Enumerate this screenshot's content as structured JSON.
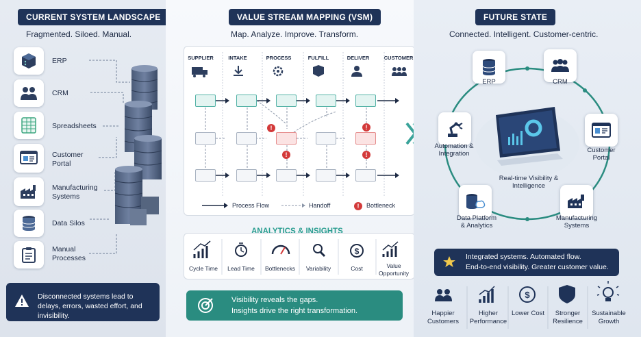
{
  "left": {
    "title": "CURRENT SYSTEM LANDSCAPE",
    "subtitle": "Fragmented. Siloed. Manual.",
    "systems": [
      {
        "label": "ERP",
        "icon": "server-cube-icon"
      },
      {
        "label": "CRM",
        "icon": "users-icon"
      },
      {
        "label": "Spreadsheets",
        "icon": "spreadsheet-icon"
      },
      {
        "label": "Customer Portal",
        "icon": "portal-window-icon"
      },
      {
        "label": "Manufacturing Systems",
        "icon": "factory-icon"
      },
      {
        "label": "Data Silos",
        "icon": "database-icon"
      },
      {
        "label": "Manual Processes",
        "icon": "clipboard-icon"
      }
    ],
    "warning": "Disconnected systems lead to delays, errors, wasted effort, and invisibility."
  },
  "mid": {
    "title": "VALUE STREAM MAPPING (VSM)",
    "subtitle": "Map. Analyze. Improve. Transform.",
    "columns": [
      "SUPPLIER",
      "INTAKE",
      "PROCESS",
      "FULFILL",
      "DELIVER",
      "CUSTOMER"
    ],
    "legend": {
      "flow": "Process Flow",
      "handoff": "Handoff",
      "bottleneck": "Bottleneck"
    },
    "analytics_title": "ANALYTICS & INSIGHTS",
    "metrics": [
      "Cycle Time",
      "Lead Time",
      "Bottlenecks",
      "Variability",
      "Cost",
      "Value Opportunity"
    ],
    "banner": {
      "line1": "Visibility reveals the gaps.",
      "line2": "Insights drive the right transformation."
    }
  },
  "right": {
    "title": "FUTURE STATE",
    "subtitle": "Connected. Intelligent. Customer-centric.",
    "ring": [
      {
        "label": "ERP",
        "icon": "database-icon"
      },
      {
        "label": "CRM",
        "icon": "users-icon"
      },
      {
        "label": "Customer Portal",
        "icon": "portal-window-icon"
      },
      {
        "label": "Manufacturing Systems",
        "icon": "factory-icon"
      },
      {
        "label": "Data Platform & Analytics",
        "icon": "cloud-database-icon"
      },
      {
        "label": "Automation & Integration",
        "icon": "robot-arm-icon"
      }
    ],
    "center_label": "Real-time Visibility & Intelligence",
    "banner": {
      "line1": "Integrated systems. Automated flow.",
      "line2": "End-to-end visibility. Greater customer value."
    },
    "benefits": [
      "Happier Customers",
      "Higher Performance",
      "Lower Cost",
      "Stronger Resilience",
      "Sustainable Growth"
    ]
  }
}
